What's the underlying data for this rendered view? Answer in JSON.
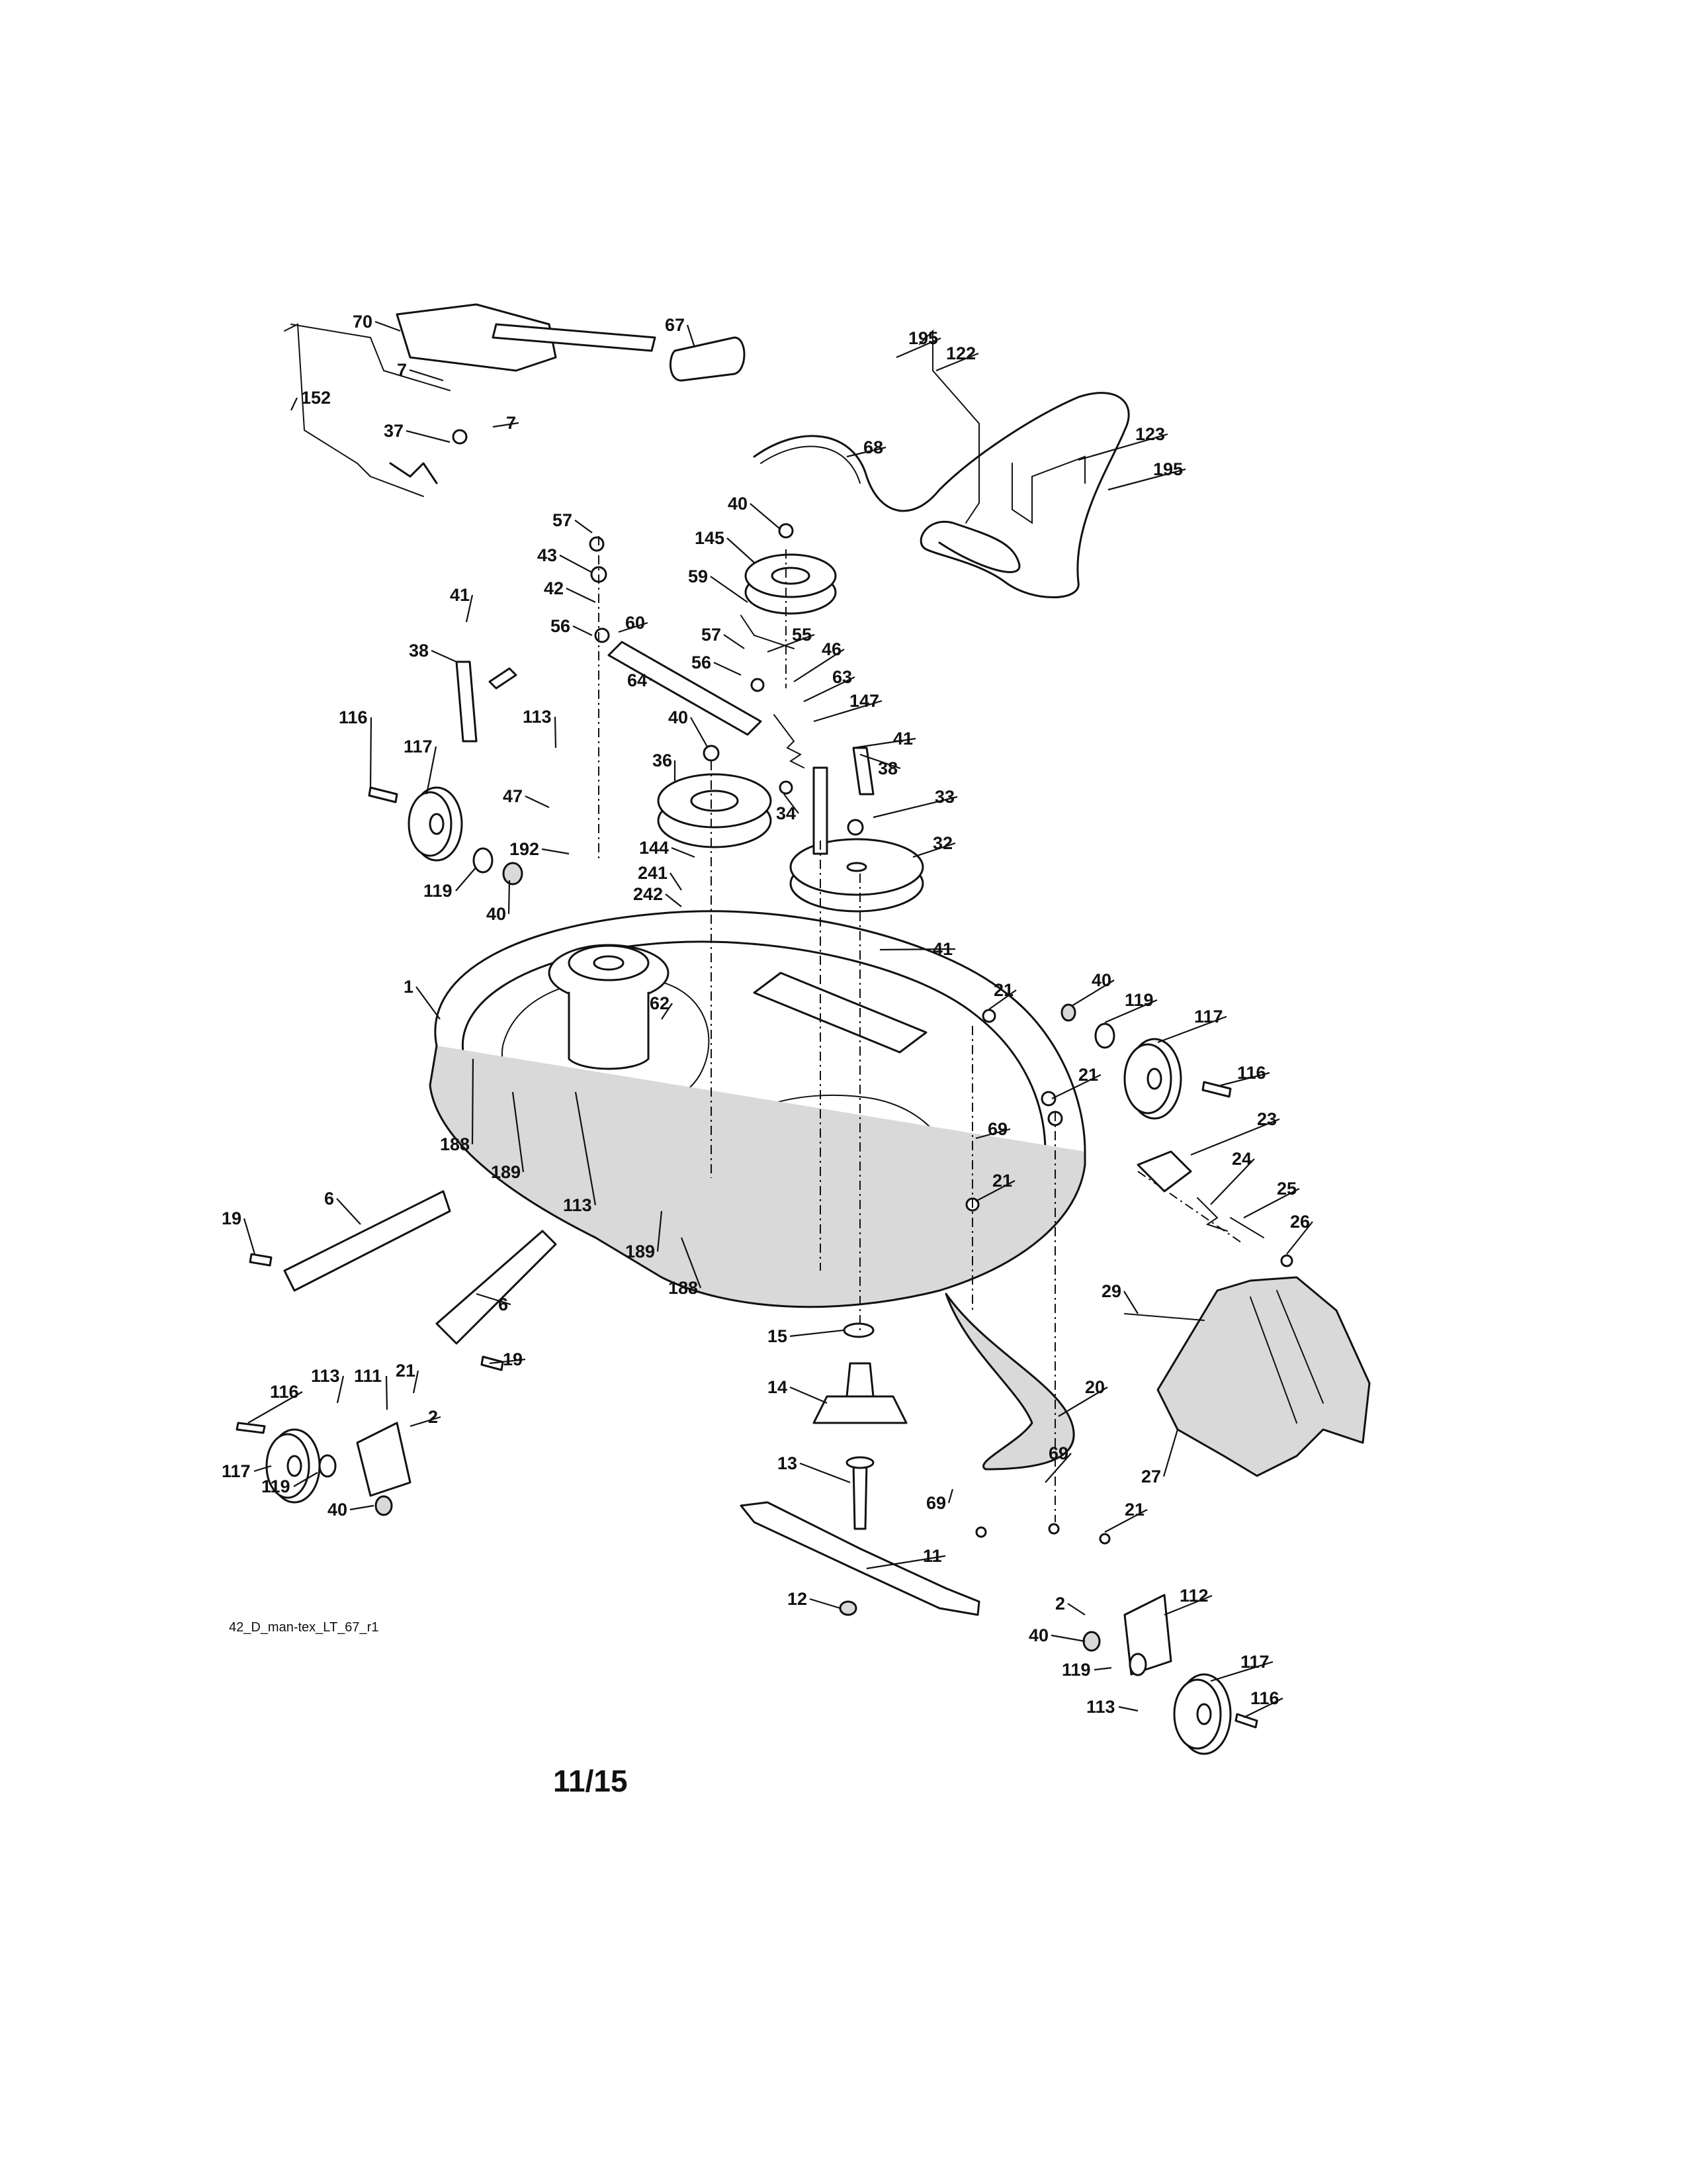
{
  "diagram": {
    "drawing_code": "42_D_man-tex_LT_67_r1",
    "page_number": "11/15",
    "colors": {
      "ink": "#111111",
      "shade": "#d9d9d9",
      "paper": "#ffffff"
    },
    "parts": [
      {
        "id": "p-70",
        "ref": "70"
      },
      {
        "id": "p-67",
        "ref": "67"
      },
      {
        "id": "p-195a",
        "ref": "195"
      },
      {
        "id": "p-122",
        "ref": "122"
      },
      {
        "id": "p-7a",
        "ref": "7"
      },
      {
        "id": "p-152",
        "ref": "152"
      },
      {
        "id": "p-7b",
        "ref": "7"
      },
      {
        "id": "p-37",
        "ref": "37"
      },
      {
        "id": "p-68",
        "ref": "68"
      },
      {
        "id": "p-123",
        "ref": "123"
      },
      {
        "id": "p-195b",
        "ref": "195"
      },
      {
        "id": "p-40a",
        "ref": "40"
      },
      {
        "id": "p-57a",
        "ref": "57"
      },
      {
        "id": "p-145",
        "ref": "145"
      },
      {
        "id": "p-43",
        "ref": "43"
      },
      {
        "id": "p-59",
        "ref": "59"
      },
      {
        "id": "p-42",
        "ref": "42"
      },
      {
        "id": "p-41a",
        "ref": "41"
      },
      {
        "id": "p-60",
        "ref": "60"
      },
      {
        "id": "p-56a",
        "ref": "56"
      },
      {
        "id": "p-57b",
        "ref": "57"
      },
      {
        "id": "p-55",
        "ref": "55"
      },
      {
        "id": "p-38a",
        "ref": "38"
      },
      {
        "id": "p-56b",
        "ref": "56"
      },
      {
        "id": "p-46",
        "ref": "46"
      },
      {
        "id": "p-64",
        "ref": "64"
      },
      {
        "id": "p-63",
        "ref": "63"
      },
      {
        "id": "p-147",
        "ref": "147"
      },
      {
        "id": "p-116a",
        "ref": "116"
      },
      {
        "id": "p-113a",
        "ref": "113"
      },
      {
        "id": "p-40b",
        "ref": "40"
      },
      {
        "id": "p-41b",
        "ref": "41"
      },
      {
        "id": "p-117a",
        "ref": "117"
      },
      {
        "id": "p-36",
        "ref": "36"
      },
      {
        "id": "p-38b",
        "ref": "38"
      },
      {
        "id": "p-47",
        "ref": "47"
      },
      {
        "id": "p-33",
        "ref": "33"
      },
      {
        "id": "p-34",
        "ref": "34"
      },
      {
        "id": "p-192",
        "ref": "192"
      },
      {
        "id": "p-144",
        "ref": "144"
      },
      {
        "id": "p-32",
        "ref": "32"
      },
      {
        "id": "p-241",
        "ref": "241"
      },
      {
        "id": "p-119a",
        "ref": "119"
      },
      {
        "id": "p-242",
        "ref": "242"
      },
      {
        "id": "p-40c",
        "ref": "40"
      },
      {
        "id": "p-41c",
        "ref": "41"
      },
      {
        "id": "p-1",
        "ref": "1"
      },
      {
        "id": "p-21a",
        "ref": "21"
      },
      {
        "id": "p-40d",
        "ref": "40"
      },
      {
        "id": "p-119b",
        "ref": "119"
      },
      {
        "id": "p-62",
        "ref": "62"
      },
      {
        "id": "p-117b",
        "ref": "117"
      },
      {
        "id": "p-116b",
        "ref": "116"
      },
      {
        "id": "p-21b",
        "ref": "21"
      },
      {
        "id": "p-69a",
        "ref": "69"
      },
      {
        "id": "p-23",
        "ref": "23"
      },
      {
        "id": "p-188a",
        "ref": "188"
      },
      {
        "id": "p-189a",
        "ref": "189"
      },
      {
        "id": "p-113b",
        "ref": "113"
      },
      {
        "id": "p-21c",
        "ref": "21"
      },
      {
        "id": "p-24",
        "ref": "24"
      },
      {
        "id": "p-25",
        "ref": "25"
      },
      {
        "id": "p-6a",
        "ref": "6"
      },
      {
        "id": "p-19a",
        "ref": "19"
      },
      {
        "id": "p-26",
        "ref": "26"
      },
      {
        "id": "p-189b",
        "ref": "189"
      },
      {
        "id": "p-188b",
        "ref": "188"
      },
      {
        "id": "p-6b",
        "ref": "6"
      },
      {
        "id": "p-29",
        "ref": "29"
      },
      {
        "id": "p-15",
        "ref": "15"
      },
      {
        "id": "p-19b",
        "ref": "19"
      },
      {
        "id": "p-21d",
        "ref": "21"
      },
      {
        "id": "p-113c",
        "ref": "113"
      },
      {
        "id": "p-111",
        "ref": "111"
      },
      {
        "id": "p-116c",
        "ref": "116"
      },
      {
        "id": "p-2a",
        "ref": "2"
      },
      {
        "id": "p-14",
        "ref": "14"
      },
      {
        "id": "p-20",
        "ref": "20"
      },
      {
        "id": "p-117c",
        "ref": "117"
      },
      {
        "id": "p-119c",
        "ref": "119"
      },
      {
        "id": "p-13",
        "ref": "13"
      },
      {
        "id": "p-69b",
        "ref": "69"
      },
      {
        "id": "p-27",
        "ref": "27"
      },
      {
        "id": "p-40e",
        "ref": "40"
      },
      {
        "id": "p-69c",
        "ref": "69"
      },
      {
        "id": "p-21e",
        "ref": "21"
      },
      {
        "id": "p-11",
        "ref": "11"
      },
      {
        "id": "p-112",
        "ref": "112"
      },
      {
        "id": "p-2b",
        "ref": "2"
      },
      {
        "id": "p-12",
        "ref": "12"
      },
      {
        "id": "p-40f",
        "ref": "40"
      },
      {
        "id": "p-117d",
        "ref": "117"
      },
      {
        "id": "p-119d",
        "ref": "119"
      },
      {
        "id": "p-116d",
        "ref": "116"
      },
      {
        "id": "p-113d",
        "ref": "113"
      }
    ]
  }
}
